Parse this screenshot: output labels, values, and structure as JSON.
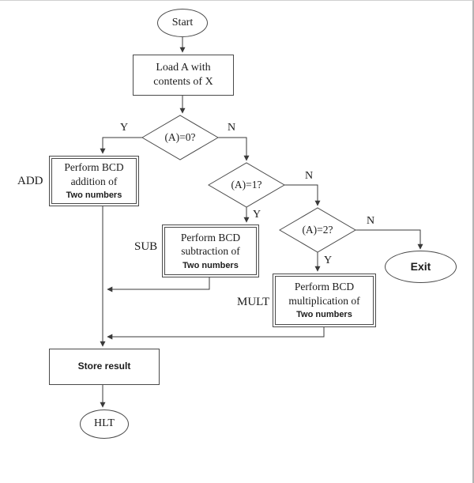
{
  "diagram": {
    "nodes": {
      "start": {
        "label": "Start"
      },
      "load": {
        "line1": "Load A with",
        "line2": "contents of X"
      },
      "d0": {
        "label": "(A)=0?"
      },
      "d1": {
        "label": "(A)=1?"
      },
      "d2": {
        "label": "(A)=2?"
      },
      "add": {
        "line1": "Perform BCD",
        "line2": "addition of",
        "line3": "Two numbers"
      },
      "sub": {
        "line1": "Perform BCD",
        "line2": "subtraction of",
        "line3": "Two numbers"
      },
      "mult": {
        "line1": "Perform BCD",
        "line2": "multiplication of",
        "line3": "Two numbers"
      },
      "exit": {
        "label": "Exit"
      },
      "store": {
        "label": "Store result"
      },
      "hlt": {
        "label": "HLT"
      }
    },
    "edge_labels": {
      "d0_yes": "Y",
      "d0_no": "N",
      "d1_yes": "Y",
      "d1_no": "N",
      "d2_yes": "Y",
      "d2_no": "N",
      "add_tag": "ADD",
      "sub_tag": "SUB",
      "mult_tag": "MULT"
    },
    "colors": {
      "line": "#3a3a3a",
      "background": "#ffffff"
    }
  }
}
